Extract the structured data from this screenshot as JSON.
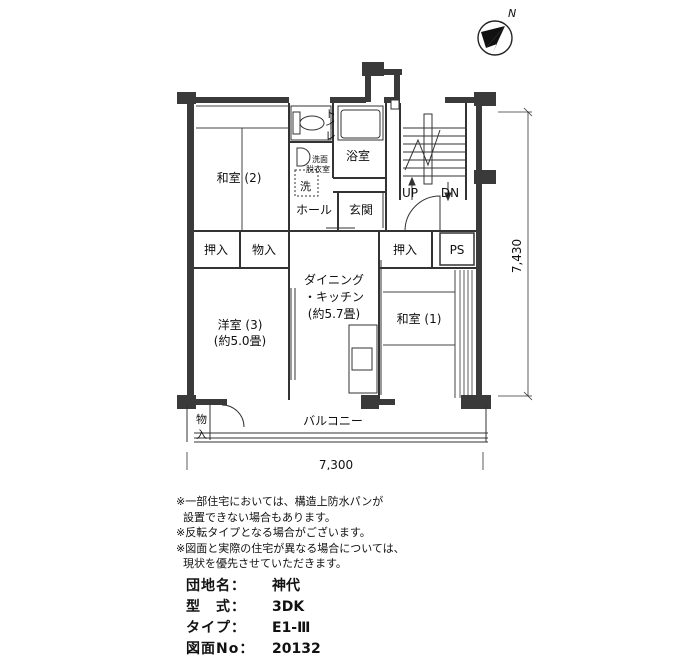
{
  "rooms": {
    "washitsu2": "和室 (2)",
    "toilet": "トイレ",
    "senmen_line1": "洗面",
    "senmen_line2": "脱衣室",
    "sentaku": "洗",
    "yokushitsu": "浴室",
    "hall": "ホール",
    "genkan": "玄関",
    "oshiire_left": "押入",
    "monoire_left": "物入",
    "oshiire_right": "押入",
    "ps": "PS",
    "dk_line1": "ダイニング",
    "dk_line2": "・キッチン",
    "dk_line3": "(約5.7畳)",
    "yoshitsu_line1": "洋室 (3)",
    "yoshitsu_line2": "(約5.0畳)",
    "washitsu1": "和室 (1)",
    "balcony": "バルコニー",
    "monoire_bal_1": "物",
    "monoire_bal_2": "入",
    "stair_up": "UP",
    "stair_dn": "DN"
  },
  "compass": {
    "label": "N",
    "icon": "north-arrow-icon"
  },
  "dimensions": {
    "width": "7,300",
    "depth": "7,430"
  },
  "notes": [
    "※一部住宅においては、構造上防水パンが",
    "  設置できない場合もあります。",
    "※反転タイプとなる場合がございます。",
    "※図面と実際の住宅が異なる場合については、",
    "  現状を優先させていただきます。"
  ],
  "info": {
    "danchi_label": "団地名：",
    "danchi_value": "神代",
    "kata_label": "型　式：",
    "kata_value": "3DK",
    "type_label": "タイプ：",
    "type_value": "E1-Ⅲ",
    "zumen_label": "図面No：",
    "zumen_value": "20132"
  }
}
